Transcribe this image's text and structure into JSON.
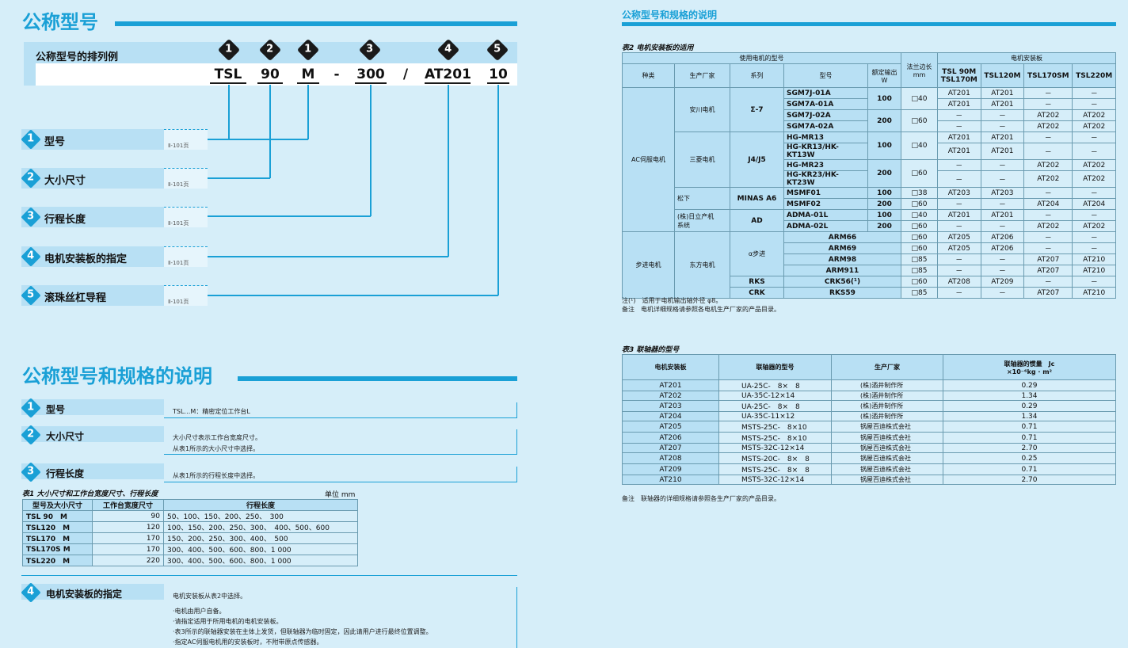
{
  "left": {
    "title1": "公称型号",
    "example_label": "公称型号的排列例",
    "code_parts": [
      "TSL",
      "90",
      "M",
      "-",
      "300",
      "/",
      "AT201",
      "10"
    ],
    "code_nums": [
      "1",
      "2",
      "1",
      "3",
      "4",
      "5"
    ],
    "items": [
      {
        "num": "1",
        "label": "型号",
        "ref": "Ⅱ-101页"
      },
      {
        "num": "2",
        "label": "大小尺寸",
        "ref": "Ⅱ-101页"
      },
      {
        "num": "3",
        "label": "行程长度",
        "ref": "Ⅱ-101页"
      },
      {
        "num": "4",
        "label": "电机安装板的指定",
        "ref": "Ⅱ-101页"
      },
      {
        "num": "5",
        "label": "滚珠丝杠导程",
        "ref": "Ⅱ-101页"
      }
    ],
    "title2": "公称型号和规格的说明",
    "sections": [
      {
        "num": "1",
        "label": "型号",
        "text": "TSL…M：精密定位工作台L"
      },
      {
        "num": "2",
        "label": "大小尺寸",
        "text1": "大小尺寸表示工作台宽度尺寸。",
        "text2": "从表1所示的大小尺寸中选择。"
      },
      {
        "num": "3",
        "label": "行程长度",
        "text": "从表1所示的行程长度中选择。"
      }
    ],
    "table1": {
      "caption": "表1 大小尺寸和工作台宽度尺寸、行程长度",
      "unit": "单位 mm",
      "headers": [
        "型号及大小尺寸",
        "工作台宽度尺寸",
        "行程长度"
      ],
      "rows": [
        [
          "TSL 90　M",
          "90",
          "50、100、150、200、250、　300"
        ],
        [
          "TSL120　M",
          "120",
          "100、150、200、250、300、　400、500、600"
        ],
        [
          "TSL170　M",
          "170",
          "150、200、250、300、400、　500"
        ],
        [
          "TSL170S M",
          "170",
          "300、400、500、600、800、1 000"
        ],
        [
          "TSL220　M",
          "220",
          "300、400、500、600、800、1 000"
        ]
      ]
    },
    "section4": {
      "num": "4",
      "label": "电机安装板的指定",
      "text": "电机安装板从表2中选择。",
      "bullets": [
        "·电机由用户自备。",
        "·请指定适用于所用电机的电机安装板。",
        "·表3所示的联轴器安装在主体上发货，但联轴器为临时固定，因此请用户进行最终位置调整。",
        "·指定AC伺服电机用的安装板时，不附带原点传感器。"
      ]
    }
  },
  "right": {
    "title": "公称型号和规格的说明",
    "table2": {
      "caption": "表2 电机安装板的适用",
      "h_motor": "使用电机的型号",
      "h_flange": "法兰边长",
      "h_flange_unit": "mm",
      "h_plate": "电机安装板",
      "h_cols": [
        "种类",
        "生产厂家",
        "系列",
        "型号",
        "额定输出",
        "W"
      ],
      "h_plates": [
        "TSL 90M",
        "TSL170M",
        "TSL120M",
        "TSL170SM",
        "TSL220M"
      ],
      "rows": [
        [
          "SGM7J-01A",
          "100",
          "□40",
          "AT201",
          "AT201",
          "－",
          "－"
        ],
        [
          "SGM7A-01A",
          "",
          "",
          "AT201",
          "AT201",
          "－",
          "－"
        ],
        [
          "SGM7J-02A",
          "200",
          "□60",
          "－",
          "－",
          "AT202",
          "AT202"
        ],
        [
          "SGM7A-02A",
          "",
          "",
          "－",
          "－",
          "AT202",
          "AT202"
        ],
        [
          "HG-MR13",
          "100",
          "□40",
          "AT201",
          "AT201",
          "－",
          "－"
        ],
        [
          "HG-KR13/HK-KT13W",
          "",
          "",
          "AT201",
          "AT201",
          "－",
          "－"
        ],
        [
          "HG-MR23",
          "200",
          "□60",
          "－",
          "－",
          "AT202",
          "AT202"
        ],
        [
          "HG-KR23/HK-KT23W",
          "",
          "",
          "－",
          "－",
          "AT202",
          "AT202"
        ],
        [
          "MSMF01",
          "100",
          "□38",
          "AT203",
          "AT203",
          "－",
          "－"
        ],
        [
          "MSMF02",
          "200",
          "□60",
          "－",
          "－",
          "AT204",
          "AT204"
        ],
        [
          "ADMA-01L",
          "100",
          "□40",
          "AT201",
          "AT201",
          "－",
          "－"
        ],
        [
          "ADMA-02L",
          "200",
          "□60",
          "－",
          "－",
          "AT202",
          "AT202"
        ],
        [
          "ARM66",
          "",
          "□60",
          "AT205",
          "AT206",
          "－",
          "－"
        ],
        [
          "ARM69",
          "",
          "□60",
          "AT205",
          "AT206",
          "－",
          "－"
        ],
        [
          "ARM98",
          "",
          "□85",
          "－",
          "－",
          "AT207",
          "AT210"
        ],
        [
          "ARM911",
          "",
          "□85",
          "－",
          "－",
          "AT207",
          "AT210"
        ],
        [
          "CRK56(¹)",
          "",
          "□60",
          "AT208",
          "AT209",
          "－",
          "－"
        ],
        [
          "RKS59",
          "",
          "□85",
          "－",
          "－",
          "AT207",
          "AT210"
        ]
      ],
      "kinds": [
        "AC伺服电机",
        "步进电机"
      ],
      "makers": [
        "安川电机",
        "三菱电机",
        "松下",
        "(株)日立产机",
        "系统",
        "东方电机"
      ],
      "series": [
        "Σ-7",
        "J4/J5",
        "MINAS A6",
        "AD",
        "α步进",
        "RKS",
        "CRK"
      ],
      "note1": "注(¹)　适用于电机输出轴外径 φ8。",
      "note2": "备注　电机详细规格请参照各电机生产厂家的产品目录。"
    },
    "table3": {
      "caption": "表3 联轴器的型号",
      "headers": [
        "电机安装板",
        "联轴器的型号",
        "生产厂家",
        "联轴器的惯量　Jc",
        "×10⁻⁶kg · m²"
      ],
      "rows": [
        [
          "AT201",
          "UA-25C-　8×　8",
          "(株)酒井制作所",
          "0.29"
        ],
        [
          "AT202",
          "UA-35C-12×14",
          "(株)酒井制作所",
          "1.34"
        ],
        [
          "AT203",
          "UA-25C-　8×　8",
          "(株)酒井制作所",
          "0.29"
        ],
        [
          "AT204",
          "UA-35C-11×12",
          "(株)酒井制作所",
          "1.34"
        ],
        [
          "AT205",
          "MSTS-25C-　8×10",
          "锅屋百迪株式会社",
          "0.71"
        ],
        [
          "AT206",
          "MSTS-25C-　8×10",
          "锅屋百迪株式会社",
          "0.71"
        ],
        [
          "AT207",
          "MSTS-32C-12×14",
          "锅屋百迪株式会社",
          "2.70"
        ],
        [
          "AT208",
          "MSTS-20C-　8×　8",
          "锅屋百迪株式会社",
          "0.25"
        ],
        [
          "AT209",
          "MSTS-25C-　8×　8",
          "锅屋百迪株式会社",
          "0.71"
        ],
        [
          "AT210",
          "MSTS-32C-12×14",
          "锅屋百迪株式会社",
          "2.70"
        ]
      ],
      "note": "备注　联轴器的详细规格请参照各生产厂家的产品目录。"
    }
  },
  "colors": {
    "accent": "#1aa0d6",
    "panel": "#b8e0f4",
    "background": "#d6eef9"
  }
}
